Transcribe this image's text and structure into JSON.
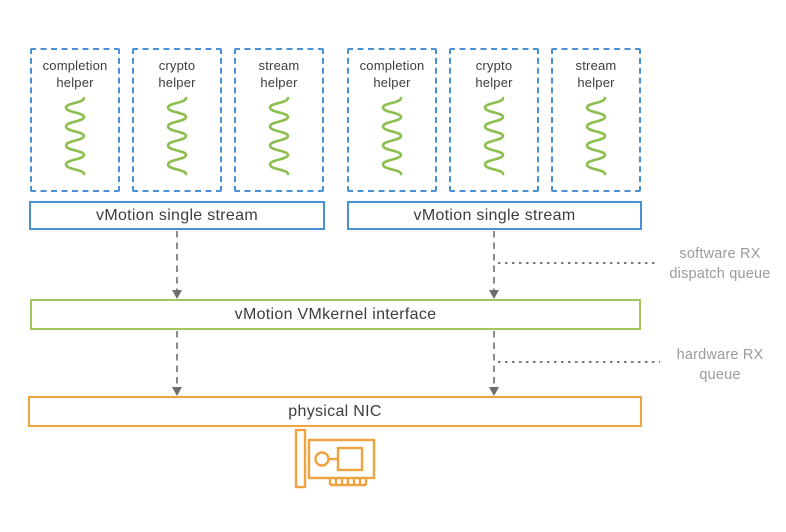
{
  "colors": {
    "blue": "#4a90d6",
    "green_border": "#a3c55c",
    "green_squiggle": "#8cbe50",
    "orange": "#f0a23f",
    "arrow_gray": "#6e6e6e",
    "dot_gray": "#7a7a7a",
    "label_gray": "#9b9b9b",
    "text_dark": "#3d3d3d"
  },
  "streams": [
    {
      "label": "vMotion single stream",
      "helpers": [
        "completion helper",
        "crypto helper",
        "stream helper"
      ]
    },
    {
      "label": "vMotion single stream",
      "helpers": [
        "completion helper",
        "crypto helper",
        "stream helper"
      ]
    }
  ],
  "vmkernel": {
    "label": "vMotion VMkernel interface"
  },
  "physical_nic": {
    "label": "physical NIC"
  },
  "annotations": {
    "software_rx": "software RX dispatch queue",
    "hardware_rx": "hardware RX queue"
  }
}
